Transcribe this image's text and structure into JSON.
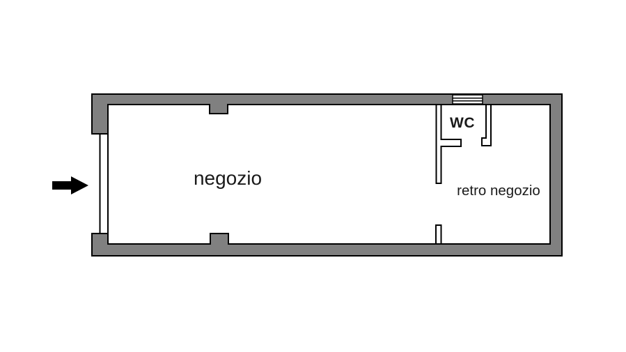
{
  "colors": {
    "wall_fill": "#808080",
    "outline": "#000000",
    "room_fill": "#ffffff",
    "text": "#1a1a1a",
    "arrow": "#000000"
  },
  "rooms": {
    "negozio": {
      "label": "negozio"
    },
    "retro_negozio": {
      "label": "retro negozio"
    },
    "wc": {
      "label": "WC"
    }
  },
  "icons": {
    "entrance_arrow": "right-arrow"
  }
}
